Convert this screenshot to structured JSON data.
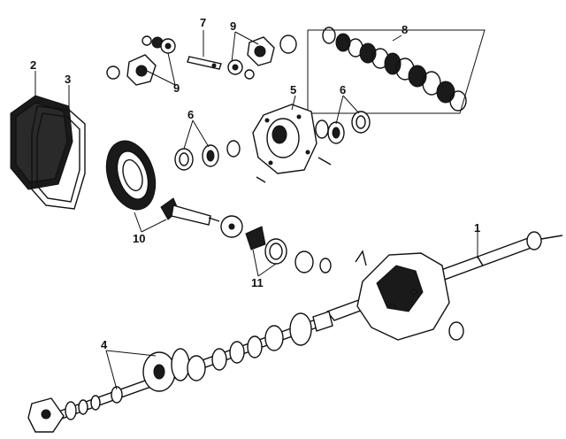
{
  "diagram": {
    "labels": {
      "axle_housing": "1",
      "cover": "2",
      "gasket": "3",
      "axle_shaft_parts": "4",
      "differential_case": "5",
      "bearings_upper": "6",
      "bearings_left": "6",
      "cross_shaft": "7",
      "clutch_pack": "8",
      "side_gears_right": "9",
      "side_gears_left": "9",
      "ring_pinion": "10",
      "pinion_bearings": "11"
    }
  }
}
